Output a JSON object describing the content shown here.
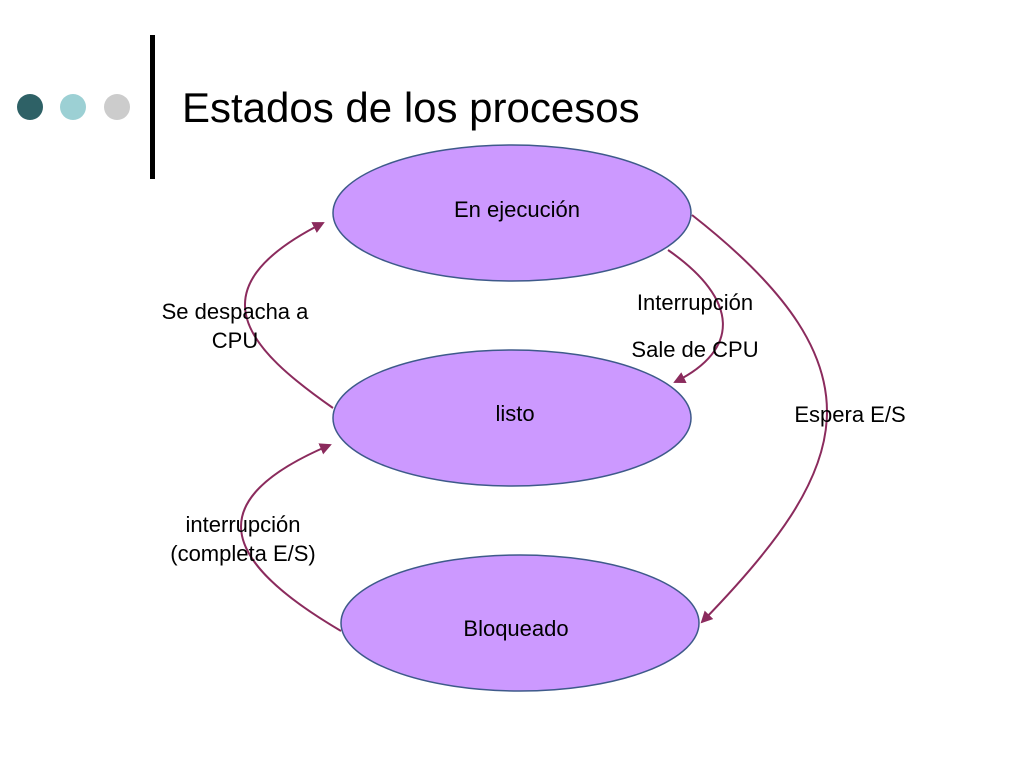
{
  "title": "Estados de los procesos",
  "colors": {
    "node_fill": "#cc99ff",
    "node_stroke": "#3e5a8a",
    "arrow": "#8b2b5d",
    "dots": [
      "#2e6166",
      "#9cd0d4",
      "#cccccc"
    ]
  },
  "nodes": {
    "ejecucion": "En ejecución",
    "listo": "listo",
    "bloqueado": "Bloqueado"
  },
  "edges": {
    "despacha": {
      "line1": "Se despacha a",
      "line2": "CPU"
    },
    "interrupcion": "Interrupción",
    "sale_cpu": "Sale de CPU",
    "espera": "Espera E/S",
    "completa": {
      "line1": "interrupción",
      "line2": "(completa E/S)"
    }
  }
}
